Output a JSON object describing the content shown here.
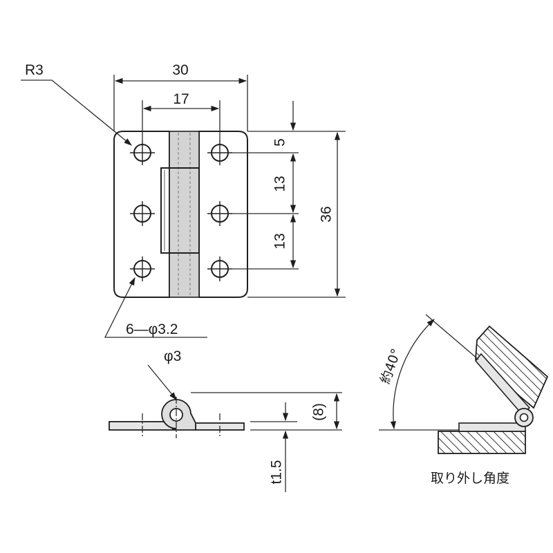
{
  "front_view": {
    "radius_label": "R3",
    "width_label": "30",
    "pitch_label": "17",
    "edge_to_hole_label": "5",
    "hole_pitch_1_label": "13",
    "hole_pitch_2_label": "13",
    "height_label": "36",
    "hole_spec_label": "6—φ3.2"
  },
  "side_view": {
    "pin_dia_label": "φ3",
    "closed_height_label": "(8)",
    "thickness_label": "t1.5"
  },
  "removal_view": {
    "angle_label": "約40°",
    "caption": "取り外し角度"
  },
  "colors": {
    "plate": "#e6e6e6",
    "knuckle": "#d0d0d0",
    "line": "#2a2a2a"
  }
}
